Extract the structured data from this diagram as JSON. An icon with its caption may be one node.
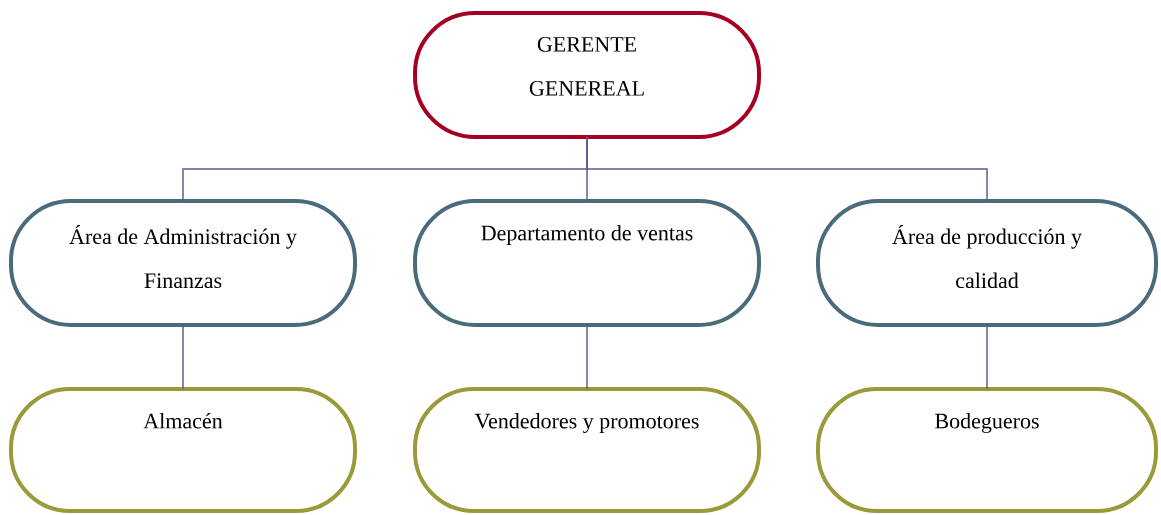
{
  "diagram": {
    "nodes": [
      {
        "text": [
          "GERENTE GENEREAL"
        ]
      },
      {
        "text": [
          "Área de Administración y Finanzas"
        ]
      },
      {
        "text": [
          "Departamento de ventas"
        ]
      },
      {
        "text": [
          "Área de producción y calidad"
        ]
      },
      {
        "text": [
          "Almacén"
        ]
      },
      {
        "text": [
          "Vendedores y promotores"
        ]
      },
      {
        "text": [
          "Bodegueros"
        ]
      }
    ],
    "edges": [
      {
        "from": 0,
        "to": 1,
        "arrow": "none"
      },
      {
        "from": 0,
        "to": 2,
        "arrow": "none"
      },
      {
        "from": 0,
        "to": 3,
        "arrow": "none"
      },
      {
        "from": 1,
        "to": 4,
        "arrow": "none"
      },
      {
        "from": 2,
        "to": 5,
        "arrow": "none"
      },
      {
        "from": 3,
        "to": 6,
        "arrow": "none"
      }
    ]
  }
}
